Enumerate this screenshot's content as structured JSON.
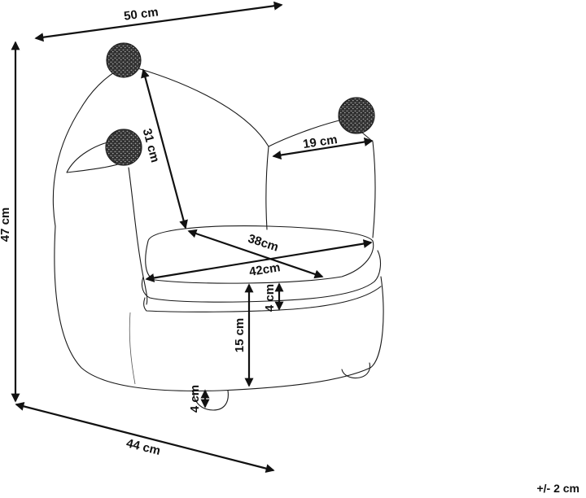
{
  "dimensions": {
    "top_width": "50 cm",
    "total_height": "47 cm",
    "ear_length": "31 cm",
    "ear_width": "19 cm",
    "seat_depth": "38cm",
    "seat_width": "42cm",
    "cushion_thickness": "4 cm",
    "seat_height": "15 cm",
    "leg_height": "4 cm",
    "base_width": "44 cm"
  },
  "tolerance": "+/- 2 cm"
}
